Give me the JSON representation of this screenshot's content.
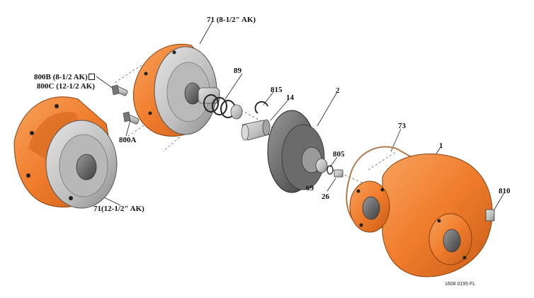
{
  "labels": {
    "housing_adapter_8": "71 (8-1/2\" AK)",
    "housing_adapter_12": "71(12-1/2\" AK)",
    "capscrew_800b": "800B (8-1/2 AK)",
    "capscrew_800c": "800C (12-1/2 AK)",
    "capscrew_800a": "800A",
    "seal_89": "89",
    "retaining_ring_815": "815",
    "sleeve_14": "14",
    "impeller_2": "2",
    "washer_805": "805",
    "nut_69": "69",
    "screw_26": "26",
    "gasket_73": "73",
    "casing_1": "1",
    "plug_810": "810"
  },
  "drawing_number": "1608 0195 FL",
  "colors": {
    "orange": "#f07c2c",
    "orange_dark": "#c85e18",
    "gray": "#c9c9c9",
    "gray_dark": "#8a8a8a",
    "gasket": "#d7a37a"
  }
}
